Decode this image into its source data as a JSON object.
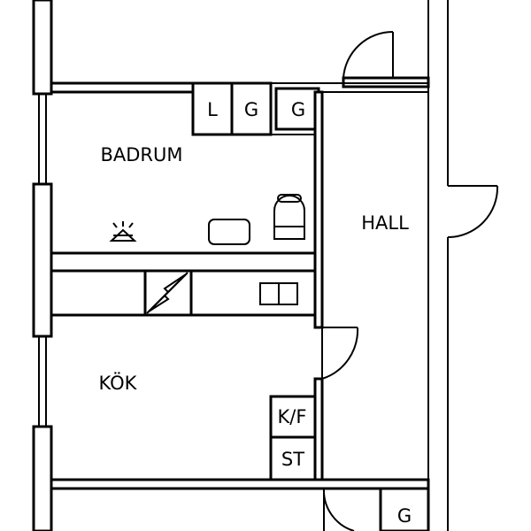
{
  "rooms": {
    "badrum": "BADRUM",
    "hall": "HALL",
    "kok": "KÖK"
  },
  "cabinets": {
    "l": "L",
    "g1": "G",
    "g2": "G",
    "g3": "G",
    "kf": "K/F",
    "st": "ST"
  }
}
